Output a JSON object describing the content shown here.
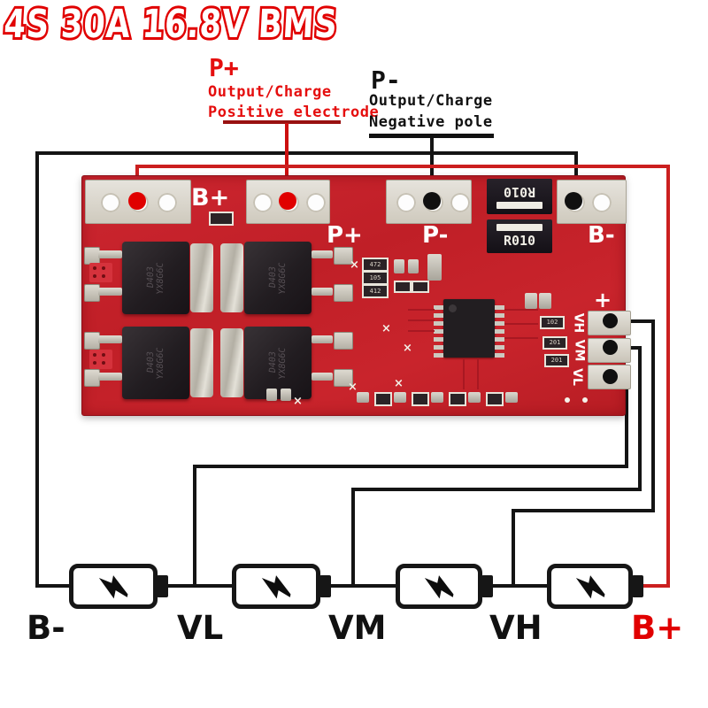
{
  "title": "4S 30A 16.8V BMS",
  "annotations": {
    "p_plus": {
      "title": "P+",
      "line1": "Output/Charge",
      "line2": "Positive electrode"
    },
    "p_minus": {
      "title": "P-",
      "line1": "Output/Charge",
      "line2": "Negative pole"
    }
  },
  "board": {
    "labels": {
      "b_plus": "B+",
      "p_plus": "P+",
      "p_minus": "P-",
      "b_minus": "B-",
      "plus": "+"
    },
    "shunt_resistor": "R010",
    "sense_pins": [
      "VH",
      "VM",
      "VL"
    ],
    "mosfet_marking": {
      "line1": "D403",
      "line2": "YX8G6C"
    },
    "smd_values": [
      "472",
      "105",
      "412",
      "102",
      "201",
      "201"
    ]
  },
  "battery_bank": {
    "cell_count": 4,
    "terminal_labels": [
      "B-",
      "VL",
      "VM",
      "VH",
      "B+"
    ]
  },
  "colors": {
    "board_red": "#c42129",
    "wire_black": "#141414",
    "wire_red": "#cb1f1f",
    "annotation_red": "#e50e0e",
    "pointer_dark_red": "#991111"
  }
}
